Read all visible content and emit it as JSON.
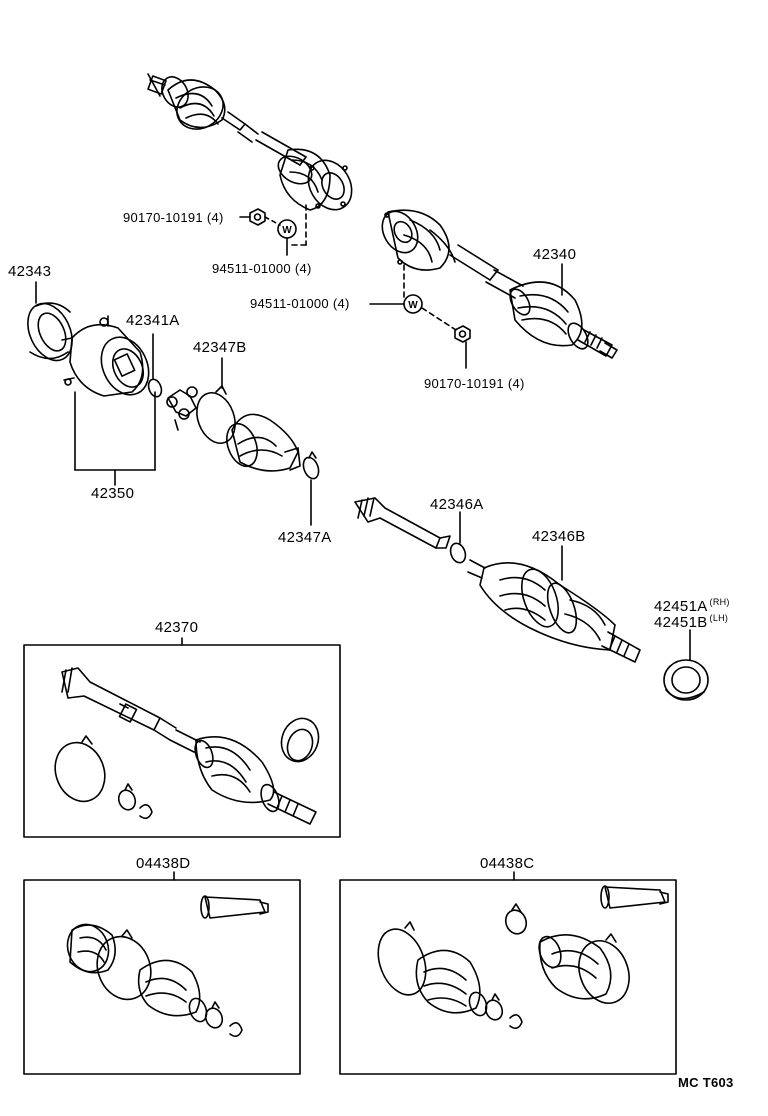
{
  "labels": {
    "p90170_top": "90170-10191 (4)",
    "p94511_top": "94511-01000 (4)",
    "p42340": "42340",
    "p94511_mid": "94511-01000 (4)",
    "p90170_mid": "90170-10191 (4)",
    "p42343": "42343",
    "p42341A": "42341A",
    "p42347B": "42347B",
    "p42350": "42350",
    "p42347A": "42347A",
    "p42346A": "42346A",
    "p42346B": "42346B",
    "p42451A": "42451A",
    "p42451A_note": "(RH)",
    "p42451B": "42451B",
    "p42451B_note": "(LH)",
    "p42370": "42370",
    "p04438D": "04438D",
    "p04438C": "04438C",
    "washer_mark": "W",
    "diagram_code": "MC T603"
  },
  "colors": {
    "ink": "#000000",
    "paper": "#ffffff"
  }
}
